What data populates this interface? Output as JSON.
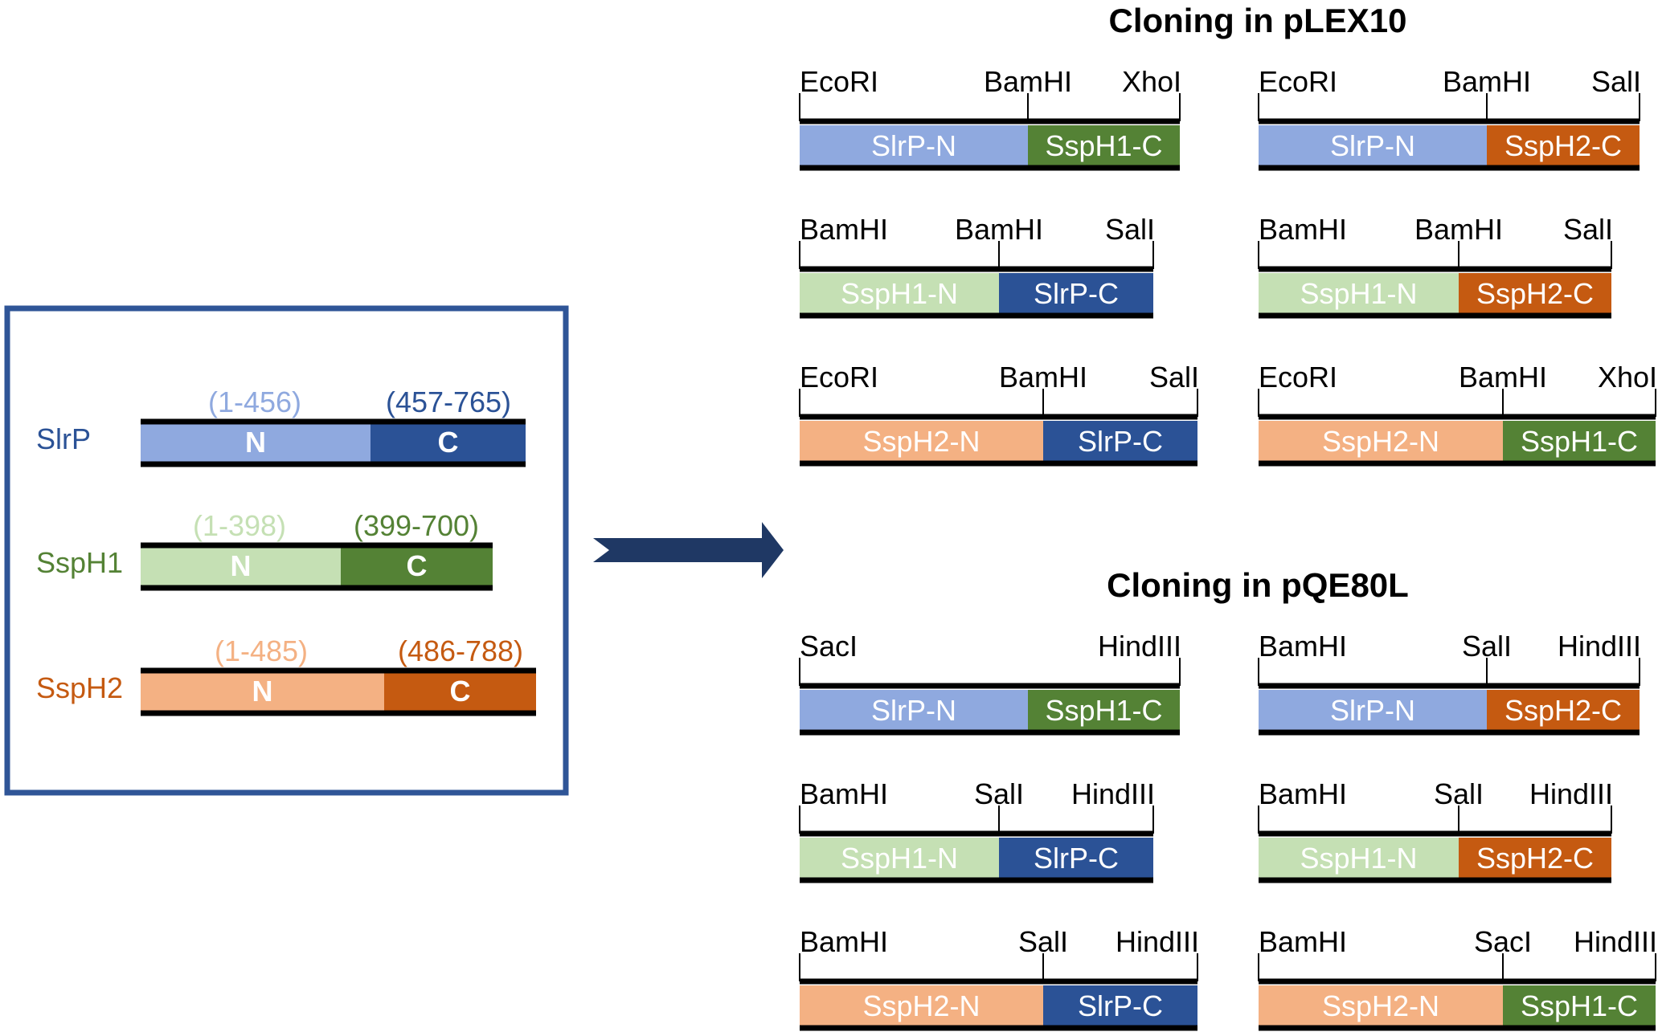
{
  "colors": {
    "slrp_n": "#8fa9df",
    "slrp_c": "#2b5296",
    "ssph1_n": "#c5e0b4",
    "ssph1_c": "#548235",
    "ssph2_n": "#f4b183",
    "ssph2_c": "#c55a11",
    "line": "#000000",
    "box_border": "#2f5597",
    "arrow": "#1f3864"
  },
  "domains": {
    "proteins": [
      {
        "name": "SlrP",
        "n_range": "(1-456)",
        "c_range": "(457-765)",
        "n_label": "N",
        "c_label": "C"
      },
      {
        "name": "SspH1",
        "n_range": "(1-398)",
        "c_range": "(399-700)",
        "n_label": "N",
        "c_label": "C"
      },
      {
        "name": "SspH2",
        "n_range": "(1-485)",
        "c_range": "(486-788)",
        "n_label": "N",
        "c_label": "C"
      }
    ]
  },
  "sections": [
    {
      "title": "Cloning in pLEX10",
      "constructs": [
        {
          "sites": [
            "EcoRI",
            "BamHI",
            "XhoI"
          ],
          "n_label": "SlrP-N",
          "c_label": "SspH1-C"
        },
        {
          "sites": [
            "EcoRI",
            "BamHI",
            "SalI"
          ],
          "n_label": "SlrP-N",
          "c_label": "SspH2-C"
        },
        {
          "sites": [
            "BamHI",
            "BamHI",
            "SalI"
          ],
          "n_label": "SspH1-N",
          "c_label": "SlrP-C"
        },
        {
          "sites": [
            "BamHI",
            "BamHI",
            "SalI"
          ],
          "n_label": "SspH1-N",
          "c_label": "SspH2-C"
        },
        {
          "sites": [
            "EcoRI",
            "BamHI",
            "SalI"
          ],
          "n_label": "SspH2-N",
          "c_label": "SlrP-C"
        },
        {
          "sites": [
            "EcoRI",
            "BamHI",
            "XhoI"
          ],
          "n_label": "SspH2-N",
          "c_label": "SspH1-C"
        }
      ]
    },
    {
      "title": "Cloning in pQE80L",
      "constructs": [
        {
          "sites": [
            "SacI",
            "HindIII"
          ],
          "n_label": "SlrP-N",
          "c_label": "SspH1-C"
        },
        {
          "sites": [
            "BamHI",
            "SalI",
            "HindIII"
          ],
          "n_label": "SlrP-N",
          "c_label": "SspH2-C"
        },
        {
          "sites": [
            "BamHI",
            "SalI",
            "HindIII"
          ],
          "n_label": "SspH1-N",
          "c_label": "SlrP-C"
        },
        {
          "sites": [
            "BamHI",
            "SalI",
            "HindIII"
          ],
          "n_label": "SspH1-N",
          "c_label": "SspH2-C"
        },
        {
          "sites": [
            "BamHI",
            "SalI",
            "HindIII"
          ],
          "n_label": "SspH2-N",
          "c_label": "SlrP-C"
        },
        {
          "sites": [
            "BamHI",
            "SacI",
            "HindIII"
          ],
          "n_label": "SspH2-N",
          "c_label": "SspH1-C"
        }
      ]
    }
  ]
}
